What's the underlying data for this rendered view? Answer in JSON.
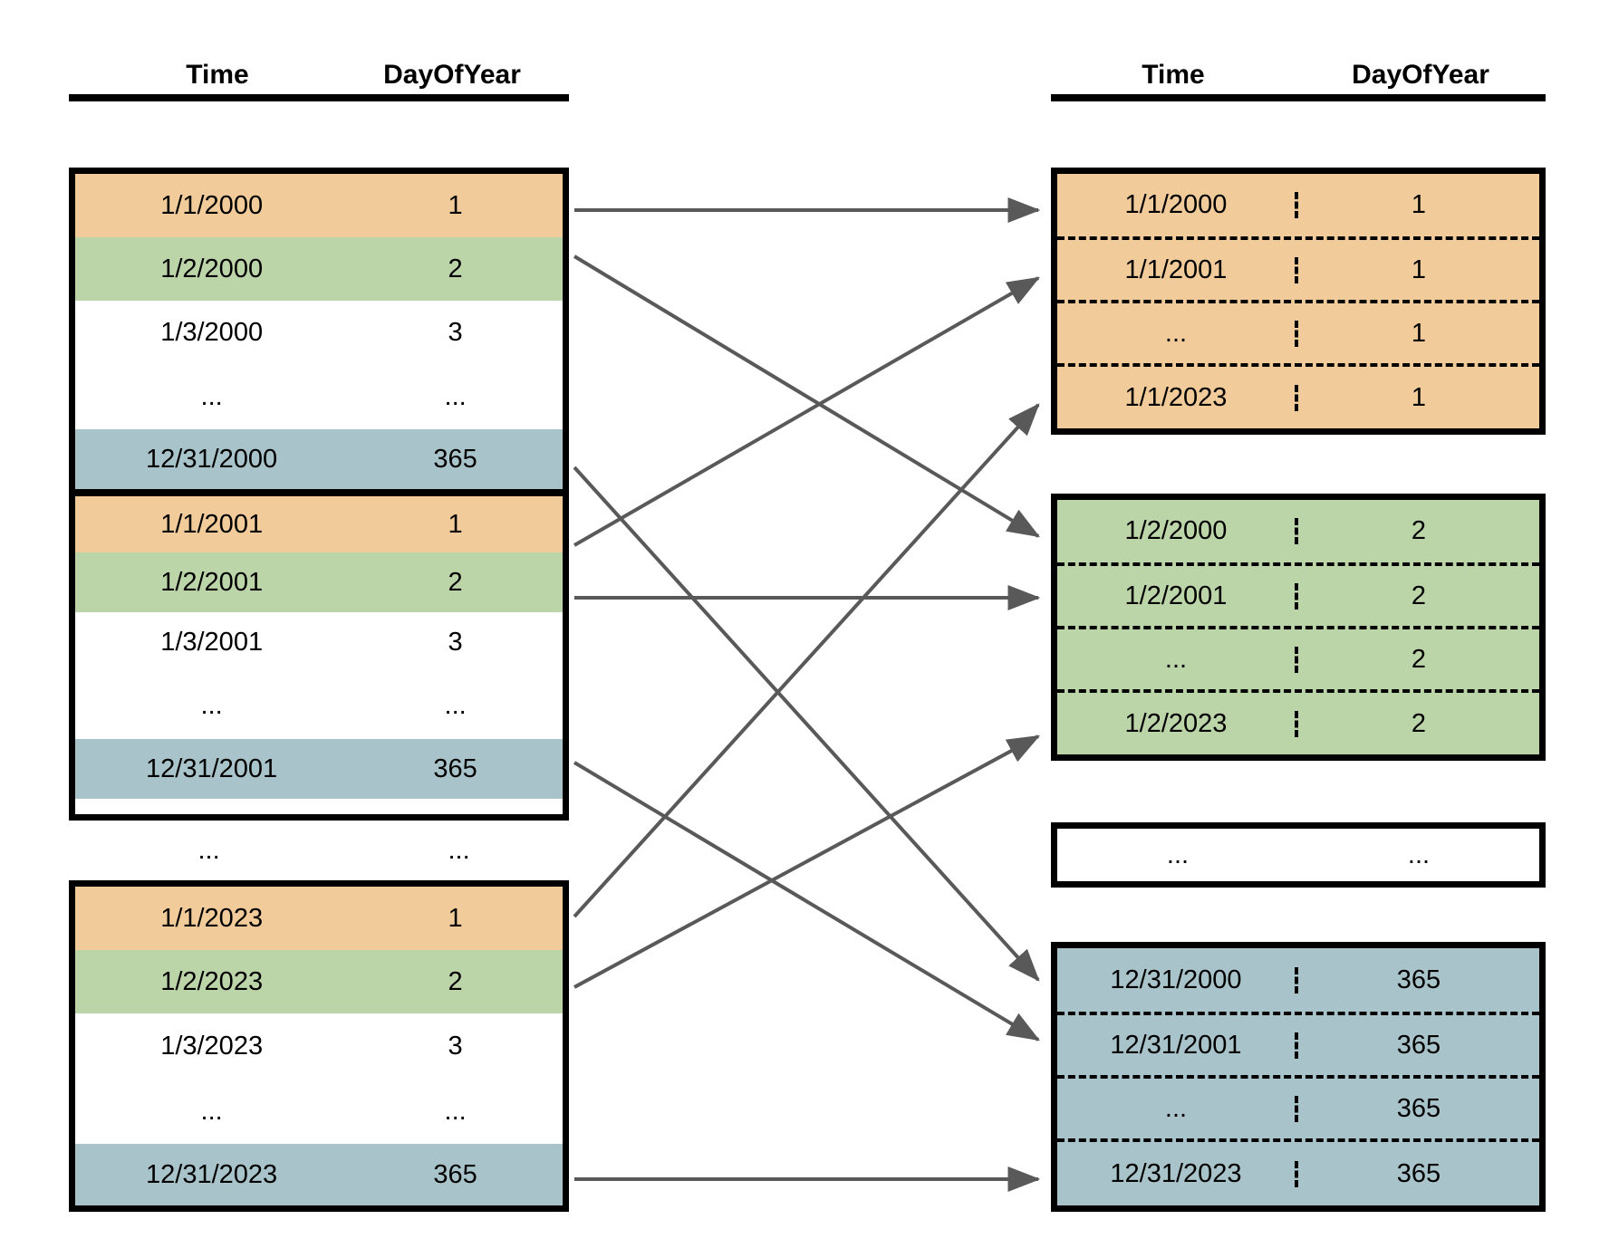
{
  "headers": {
    "left": {
      "time": "Time",
      "dayofyear": "DayOfYear"
    },
    "right": {
      "time": "Time",
      "dayofyear": "DayOfYear"
    }
  },
  "colors": {
    "orange": "#f2cb9b",
    "green": "#bcd5a8",
    "blue": "#a8c3ca",
    "white": "#ffffff",
    "border": "#000000",
    "arrow": "#595959"
  },
  "ellipsis": "...",
  "left_panel": {
    "blocks": [
      {
        "name": "year-2000",
        "rows": [
          {
            "time": "1/1/2000",
            "doy": "1",
            "fill": "orange"
          },
          {
            "time": "1/2/2000",
            "doy": "2",
            "fill": "green"
          },
          {
            "time": "1/3/2000",
            "doy": "3",
            "fill": "white"
          },
          {
            "time": "...",
            "doy": "...",
            "fill": "white"
          },
          {
            "time": "12/31/2000",
            "doy": "365",
            "fill": "blue"
          }
        ]
      },
      {
        "name": "year-2001",
        "rows": [
          {
            "time": "1/1/2001",
            "doy": "1",
            "fill": "orange"
          },
          {
            "time": "1/2/2001",
            "doy": "2",
            "fill": "green"
          },
          {
            "time": "1/3/2001",
            "doy": "3",
            "fill": "white"
          },
          {
            "time": "...",
            "doy": "...",
            "fill": "white"
          },
          {
            "time": "12/31/2001",
            "doy": "365",
            "fill": "blue"
          }
        ]
      },
      {
        "name": "year-2023",
        "rows": [
          {
            "time": "1/1/2023",
            "doy": "1",
            "fill": "orange"
          },
          {
            "time": "1/2/2023",
            "doy": "2",
            "fill": "green"
          },
          {
            "time": "1/3/2023",
            "doy": "3",
            "fill": "white"
          },
          {
            "time": "...",
            "doy": "...",
            "fill": "white"
          },
          {
            "time": "12/31/2023",
            "doy": "365",
            "fill": "blue"
          }
        ]
      }
    ],
    "gap_row": {
      "time": "...",
      "doy": "..."
    }
  },
  "right_panel": {
    "groups": [
      {
        "name": "dayofyear-1",
        "fill": "orange",
        "rows": [
          {
            "time": "1/1/2000",
            "doy": "1"
          },
          {
            "time": "1/1/2001",
            "doy": "1"
          },
          {
            "time": "...",
            "doy": "1"
          },
          {
            "time": "1/1/2023",
            "doy": "1"
          }
        ]
      },
      {
        "name": "dayofyear-2",
        "fill": "green",
        "rows": [
          {
            "time": "1/2/2000",
            "doy": "2"
          },
          {
            "time": "1/2/2001",
            "doy": "2"
          },
          {
            "time": "...",
            "doy": "2"
          },
          {
            "time": "1/2/2023",
            "doy": "2"
          }
        ]
      },
      {
        "name": "dayofyear-ellipsis",
        "fill": "white",
        "rows": [
          {
            "time": "...",
            "doy": "..."
          }
        ]
      },
      {
        "name": "dayofyear-365",
        "fill": "blue",
        "rows": [
          {
            "time": "12/31/2000",
            "doy": "365"
          },
          {
            "time": "12/31/2001",
            "doy": "365"
          },
          {
            "time": "...",
            "doy": "365"
          },
          {
            "time": "12/31/2023",
            "doy": "365"
          }
        ]
      }
    ]
  },
  "arrows": [
    {
      "from": "1/1/2000",
      "to": "dayofyear-1"
    },
    {
      "from": "1/2/2000",
      "to": "dayofyear-2"
    },
    {
      "from": "12/31/2000",
      "to": "dayofyear-365"
    },
    {
      "from": "1/1/2001",
      "to": "dayofyear-1"
    },
    {
      "from": "1/2/2001",
      "to": "dayofyear-2"
    },
    {
      "from": "12/31/2001",
      "to": "dayofyear-365"
    },
    {
      "from": "1/1/2023",
      "to": "dayofyear-1"
    },
    {
      "from": "1/2/2023",
      "to": "dayofyear-2"
    },
    {
      "from": "12/31/2023",
      "to": "dayofyear-365"
    }
  ]
}
